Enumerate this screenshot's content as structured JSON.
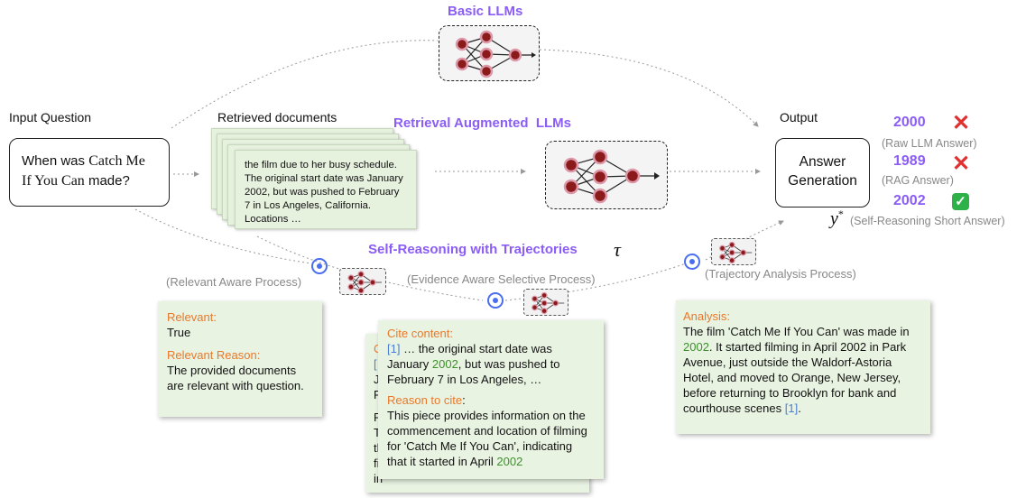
{
  "titles": {
    "basic_llms": "Basic LLMs",
    "rag_llms": "Retrieval Augmented  LLMs",
    "self_reasoning": "Self-Reasoning with Trajectories",
    "tau_symbol": "τ"
  },
  "input": {
    "label": "Input Question",
    "question_line1_prefix": "When was ",
    "question_line1_serif": "Catch Me",
    "question_line2_serif": "If You Can",
    "question_line2_suffix": " made?"
  },
  "retrieved": {
    "label": "Retrieved documents",
    "text": "the film due to her busy schedule. The original start date was January 2002, but was pushed to February 7 in Los Angeles, California. Locations …"
  },
  "output": {
    "label": "Output",
    "box_line1": "Answer",
    "box_line2": "Generation",
    "answers": [
      {
        "value": "2000",
        "caption": "(Raw LLM Answer)",
        "status": "wrong"
      },
      {
        "value": "1989",
        "caption": "(RAG Answer)",
        "status": "wrong"
      },
      {
        "value": "2002",
        "caption": "(Self-Reasoning Short Answer)",
        "status": "correct"
      }
    ],
    "y_symbol": "y",
    "y_sup": "*"
  },
  "processes": {
    "relevant": "(Relevant Aware Process)",
    "evidence": "(Evidence Aware Selective Process)",
    "trajectory": "(Trajectory Analysis Process)"
  },
  "relevant_card": {
    "heading1": "Relevant:",
    "value1": "True",
    "heading2": "Relevant Reason:",
    "value2": "The provided documents are relevant with question."
  },
  "cite_card": {
    "heading1": "Cite content:",
    "cite_ref": "[1]",
    "cite_text_a": " … the original start date was January ",
    "cite_year": "2002",
    "cite_text_b": ", but was pushed to February 7 in Los Angeles, …",
    "heading2": "Reason to cite",
    "heading2_colon": ":",
    "reason_text": "This piece provides information on the commencement and location of filming for 'Catch Me If You Can', indicating that it started in April ",
    "reason_year": "2002",
    "back_letters": [
      "C",
      "[",
      "J",
      "F",
      "R",
      "T",
      "th",
      "fi",
      "in"
    ]
  },
  "analysis_card": {
    "heading": "Analysis:",
    "text_a": "The film 'Catch Me If You Can' was made in ",
    "year": "2002",
    "text_b": ". It started filming in April 2002 in Park Avenue, just outside the Waldorf-Astoria Hotel, and moved to Orange, New Jersey, before returning to Brooklyn for bank and courthouse scenes ",
    "ref": "[1]",
    "text_c": "."
  },
  "colors": {
    "accent_purple": "#8b5cf6",
    "orange_heading": "#e8792b",
    "green_year": "#3f8f2f",
    "blue_ref": "#4a7fd4",
    "wrong_red": "#e03030",
    "correct_green": "#2fb14a",
    "node_red": "#8b1a1a",
    "card_bg": "#e9f3e2"
  }
}
